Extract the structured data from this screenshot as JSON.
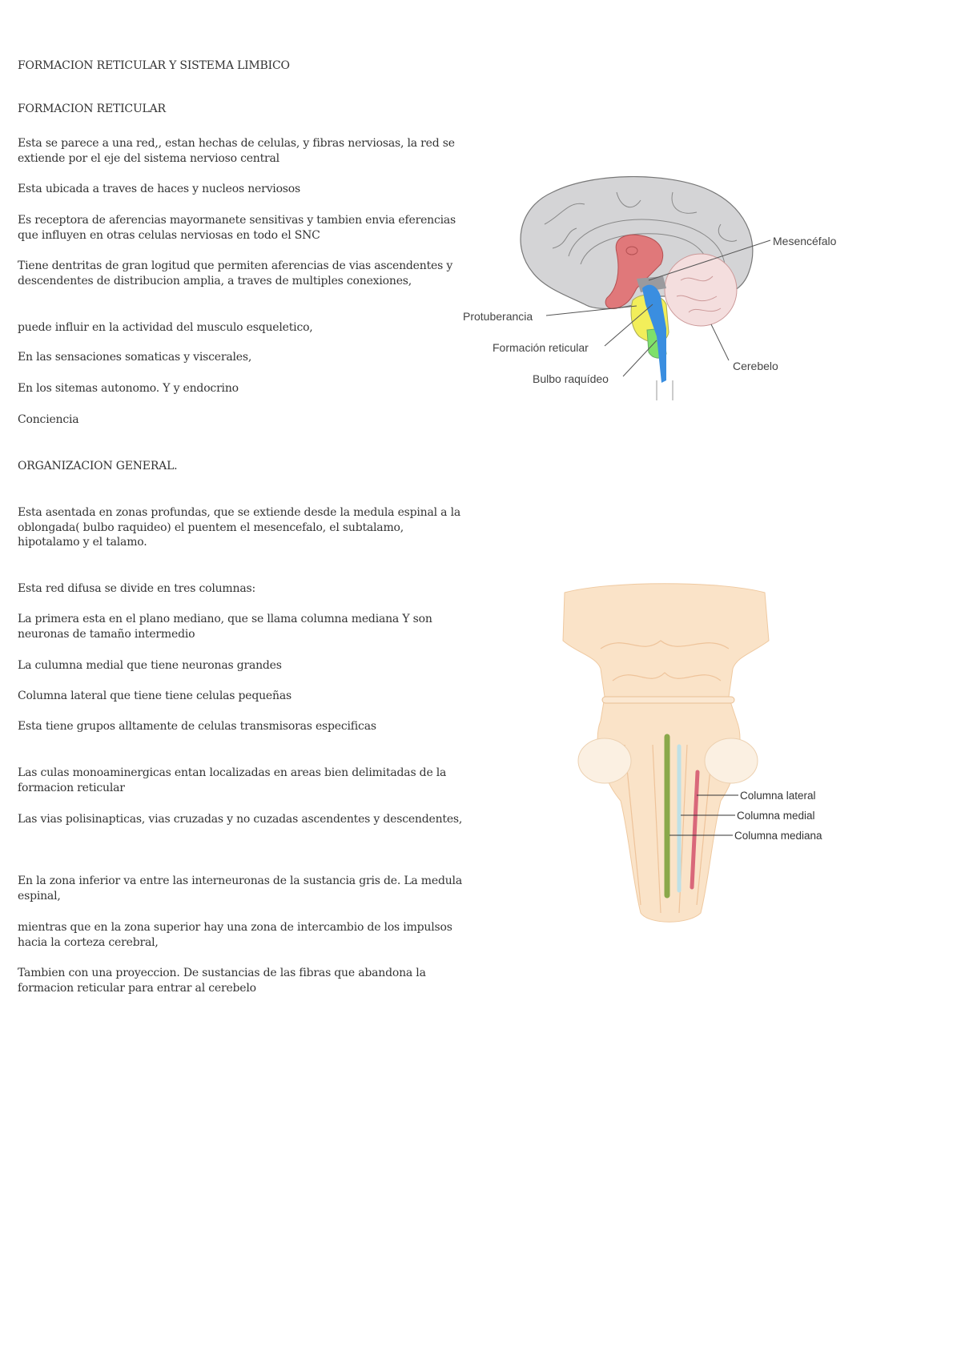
{
  "document": {
    "title": "FORMACION RETICULAR Y SISTEMA LIMBICO",
    "section1_heading": "FORMACION RETICULAR",
    "section1_paragraphs": [
      "Esta se parece a una red,, estan hechas de celulas, y fibras nerviosas, la red se extiende por el eje del sistema nervioso central",
      "Esta ubicada a traves de haces y nucleos nerviosos",
      "Es receptora de aferencias mayormanete sensitivas y tambien envia eferencias que influyen en otras celulas nerviosas en todo el SNC",
      "Tiene dentritas de gran logitud que permiten aferencias de vias ascendentes y descendentes de distribucion amplia, a traves de multiples conexiones,",
      "puede influir en la actividad del musculo esqueletico,",
      "En las sensaciones somaticas y viscerales,",
      "En los sitemas autonomo. Y y endocrino",
      "Conciencia"
    ],
    "section2_heading": "ORGANIZACION GENERAL.",
    "section2_paragraphs": [
      "Esta asentada en zonas profundas, que se  extiende desde la medula espinal a la oblongada( bulbo raquideo) el puentem el mesencefalo, el subtalamo, hipotalamo y el talamo.",
      "Esta red difusa se divide en tres columnas:",
      "La primera esta en el plano mediano, que se llama columna mediana Y son neuronas de tamaño intermedio",
      "La culumna medial que tiene neuronas grandes",
      "Columna lateral que tiene tiene celulas pequeñas",
      "Esta tiene grupos alltamente de celulas transmisoras especificas",
      "Las culas monoaminergicas entan localizadas en areas bien delimitadas de la formacion reticular",
      "Las vias polisinapticas, vias cruzadas y no cuzadas ascendentes y descendentes,",
      "En la zona inferior  va entre las interneuronas de la sustancia gris de. La medula espinal,",
      " mientras que en la zona superior hay una zona de intercambio de los impulsos hacia la corteza cerebral,",
      "Tambien con una proyeccion. De sustancias de las fibras que abandona la formacion reticular para entrar al cerebelo"
    ]
  },
  "figure_brain": {
    "labels": {
      "mesencefalo": "Mesencéfalo",
      "protuberancia": "Protuberancia",
      "formacion_reticular": "Formación reticular",
      "bulbo_raquideo": "Bulbo raquídeo",
      "cerebelo": "Cerebelo"
    },
    "colors": {
      "cortex": "#d4d4d6",
      "thalamus": "#e0787a",
      "pons": "#f2ee5a",
      "medulla": "#7ee06a",
      "reticular": "#3a8ee0",
      "cerebellum": "#f4dede"
    }
  },
  "figure_brainstem": {
    "labels": {
      "lateral": "Columna lateral",
      "medial": "Columna medial",
      "mediana": "Columna mediana"
    },
    "colors": {
      "tissue": "#fae3c8",
      "mediana": "#8aa84a",
      "medial": "#bfe0e6",
      "lateral": "#d9687a"
    }
  }
}
